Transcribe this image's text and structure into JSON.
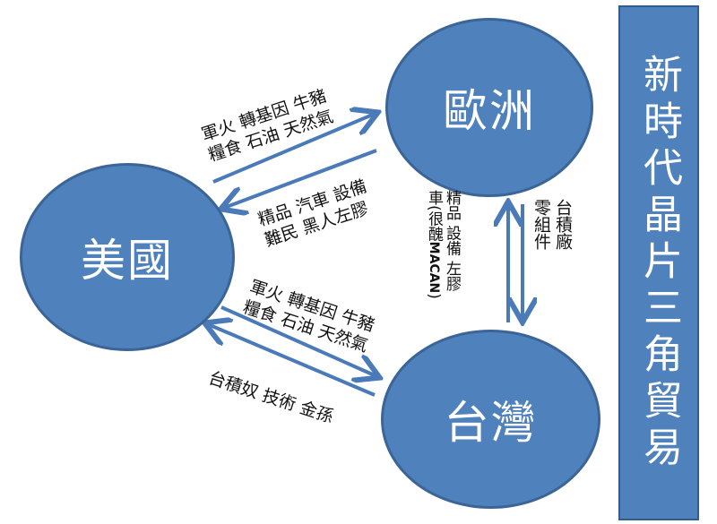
{
  "nodes": {
    "europe": "歐洲",
    "usa": "美國",
    "taiwan": "台灣"
  },
  "flows": {
    "usa_to_europe": [
      "軍火 轉基因 牛豬",
      "糧食 石油 天然氣"
    ],
    "europe_to_usa": [
      "精品 汽車 設備",
      "難民 黑人左膠"
    ],
    "usa_to_taiwan": [
      "軍火 轉基因 牛豬",
      "糧食 石油 天然氣"
    ],
    "taiwan_to_usa": [
      "台積奴 技術 金孫"
    ],
    "taiwan_to_europe": [
      "精品 設備 左膠",
      "車(很醜",
      "MACAN",
      ")"
    ],
    "europe_to_taiwan": [
      "台積廠",
      "零組件"
    ]
  },
  "title": "新時代晶片三角貿易",
  "colors": {
    "node_fill": "#4f81bd",
    "node_border": "#3a6596",
    "arrow": "#4a7ab8"
  }
}
